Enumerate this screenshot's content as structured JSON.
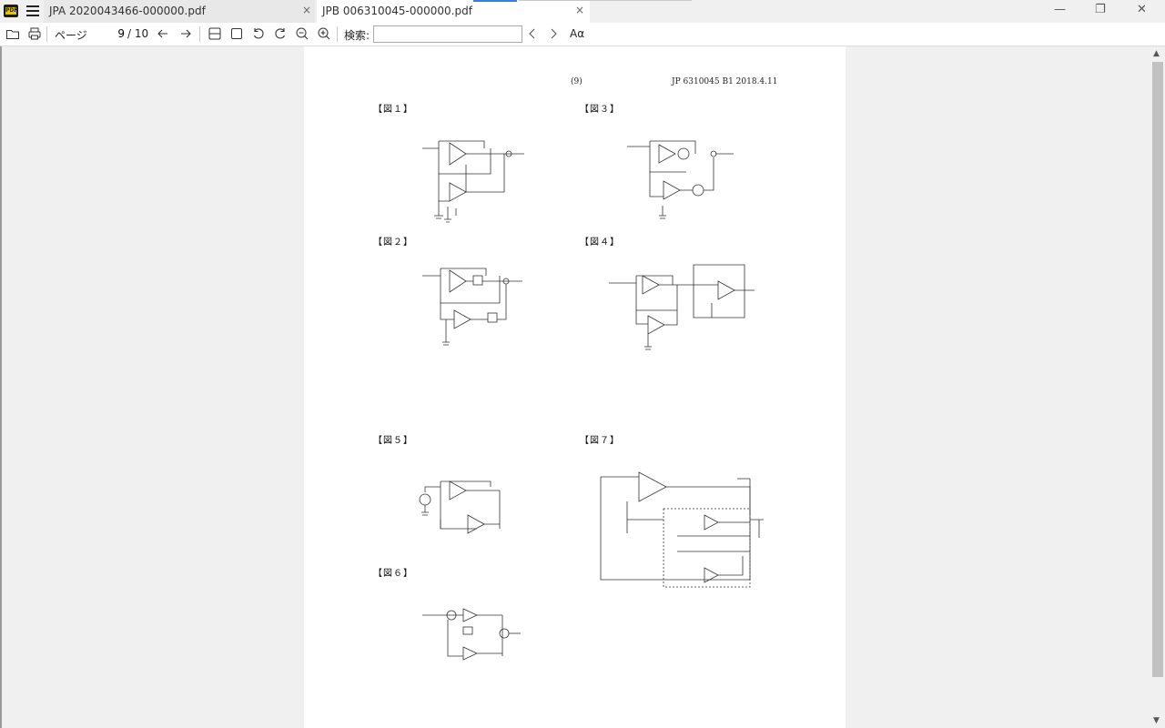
{
  "tabs": [
    {
      "title": "JPA 2020043466-000000.pdf",
      "close": "×",
      "active": false
    },
    {
      "title": "JPB 006310045-000000.pdf",
      "close": "×",
      "active": true
    }
  ],
  "app_icon_text": "PDF",
  "window": {
    "minimize": "—",
    "restore": "❐",
    "close": "✕"
  },
  "toolbar": {
    "page_label": "ページ:",
    "page_value": "9",
    "page_total": "/ 10",
    "search_label": "検索:",
    "search_value": "",
    "font_label": "Aα"
  },
  "icons": {
    "open": "folder-icon",
    "print": "print-icon",
    "prev": "arrow-left-icon",
    "next": "arrow-right-icon",
    "fit_width": "fit-width-icon",
    "fit_page": "fit-page-icon",
    "rotate_left": "rotate-left-icon",
    "rotate_right": "rotate-right-icon",
    "zoom_out": "zoom-out-icon",
    "zoom_in": "zoom-in-icon",
    "search_prev": "chevron-left-icon",
    "search_next": "chevron-right-icon"
  },
  "document": {
    "page_no": "(9)",
    "patent_id": "JP 6310045 B1 2018.4.11",
    "figures": [
      "【図１】",
      "【図２】",
      "【図３】",
      "【図４】",
      "【図５】",
      "【図６】",
      "【図７】"
    ]
  }
}
